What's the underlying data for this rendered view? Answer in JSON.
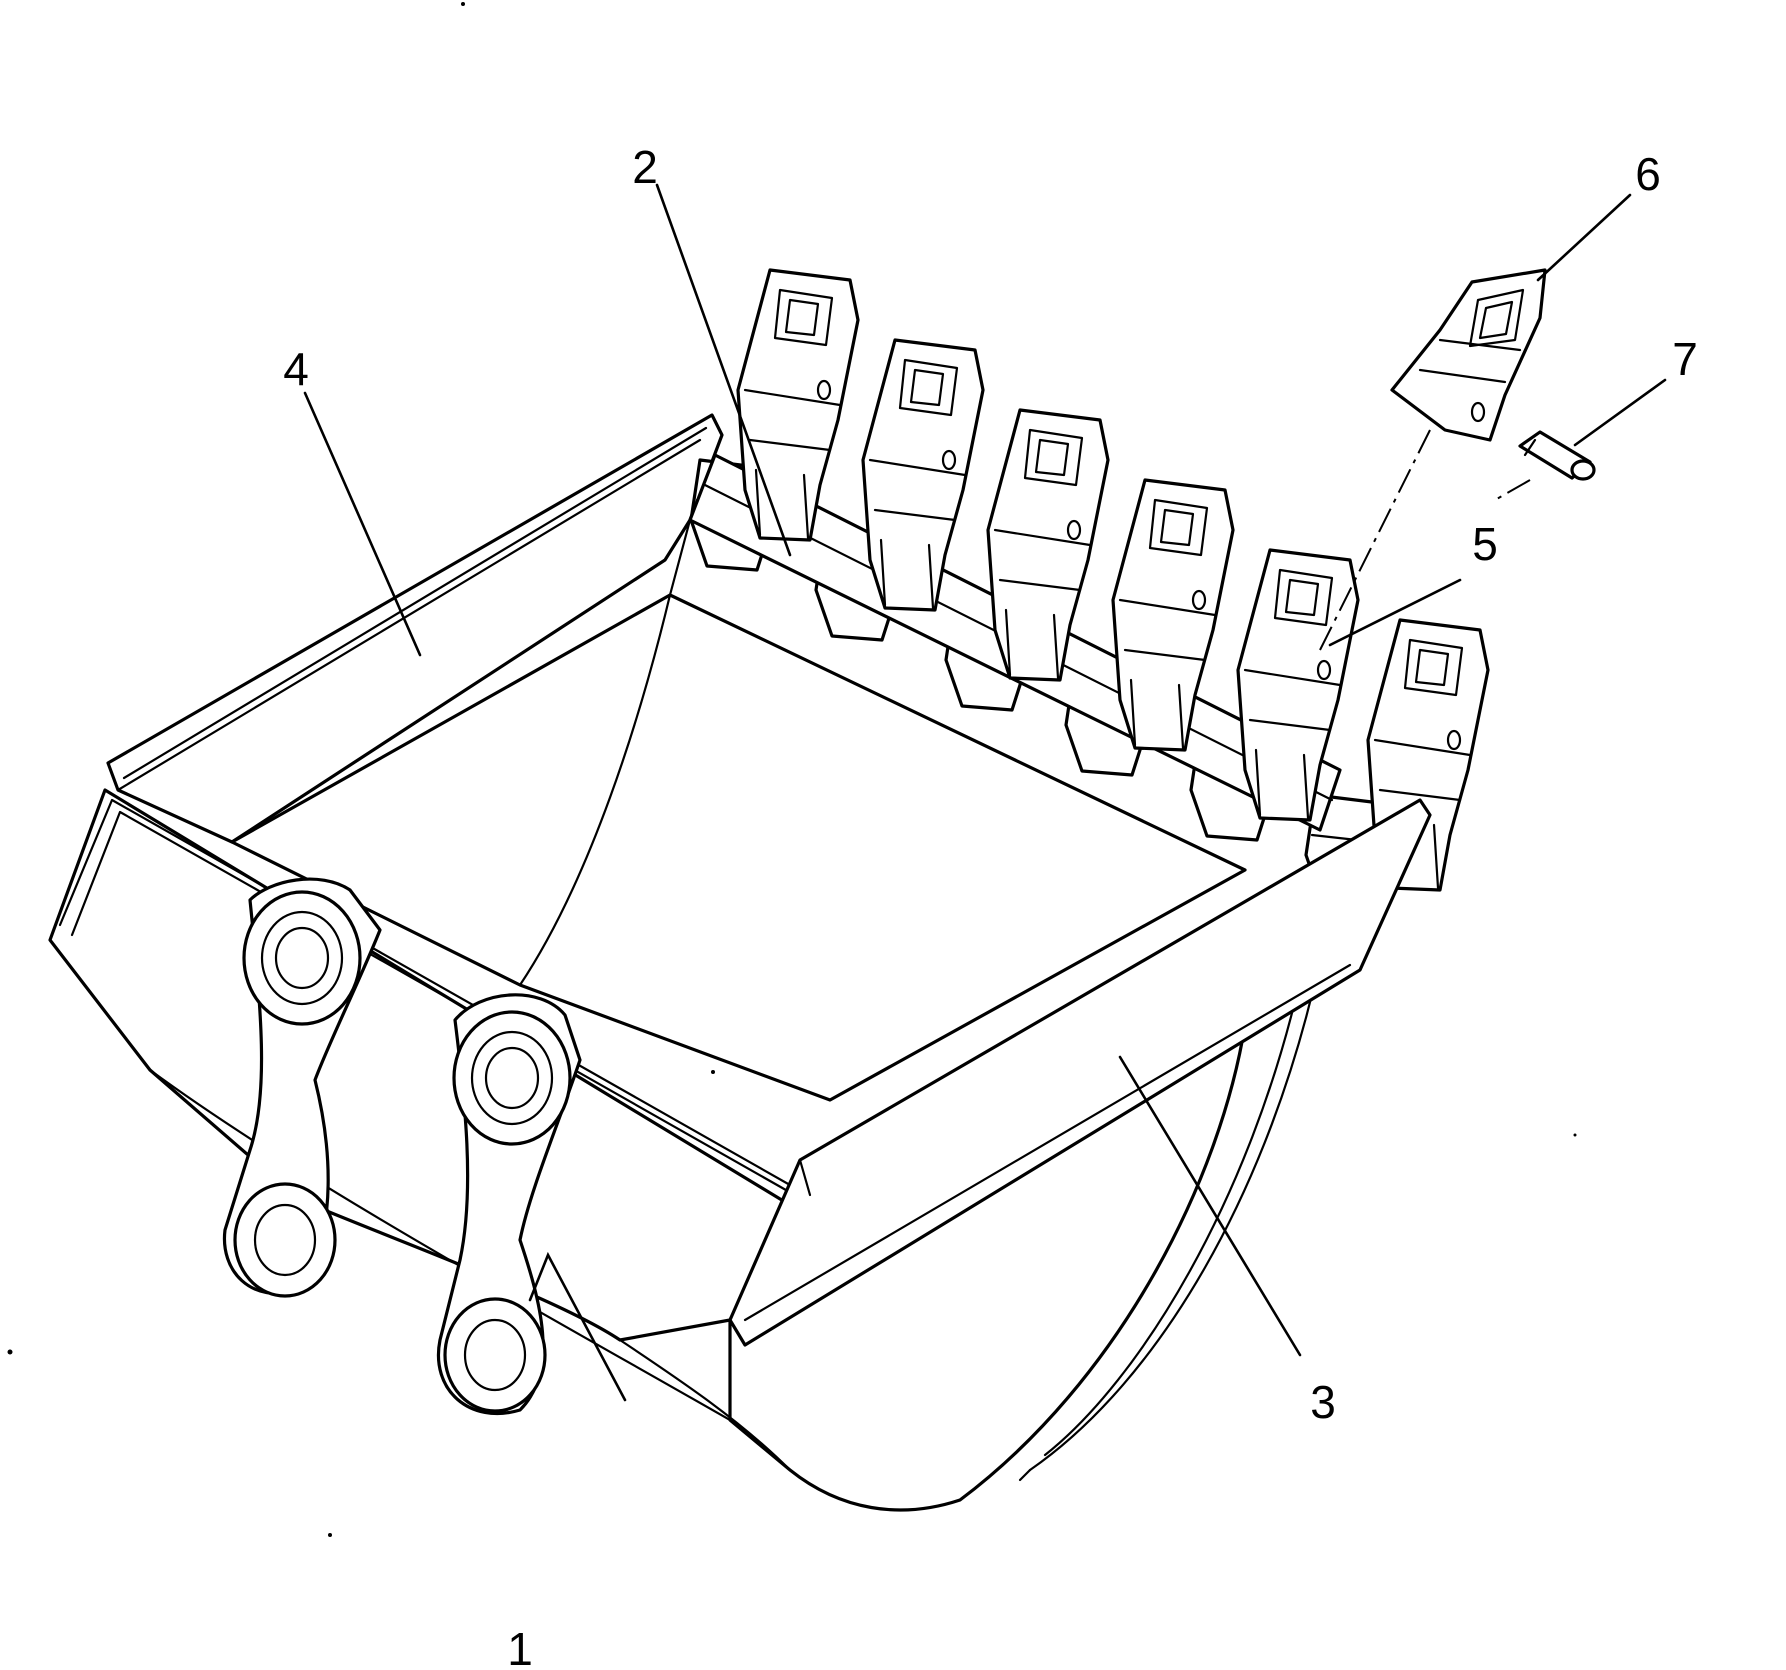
{
  "diagram": {
    "ink_color": "#000000",
    "paper_color": "#ffffff",
    "callouts": [
      {
        "id": "1",
        "label": "1"
      },
      {
        "id": "2",
        "label": "2"
      },
      {
        "id": "3",
        "label": "3"
      },
      {
        "id": "4",
        "label": "4"
      },
      {
        "id": "5",
        "label": "5"
      },
      {
        "id": "6",
        "label": "6"
      },
      {
        "id": "7",
        "label": "7"
      }
    ]
  }
}
